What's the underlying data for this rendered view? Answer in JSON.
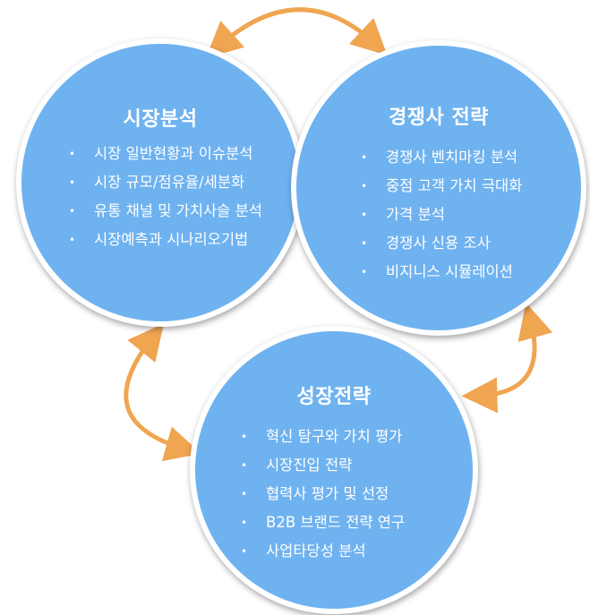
{
  "diagram": {
    "arrow_color": "#f0a551",
    "circle_color": "#6fb2f0",
    "circles": [
      {
        "title": "시장분석",
        "items": [
          "시장 일반현황과 이슈분석",
          "시장 규모/점유율/세분화",
          "유통 채널 및 가치사슬 분석",
          "시장예측과 시나리오기법"
        ]
      },
      {
        "title": "경쟁사 전략",
        "items": [
          "경쟁사 벤치마킹 분석",
          "중점 고객 가치 극대화",
          "가격 분석",
          "경쟁사 신용 조사",
          "비지니스 시뮬레이션"
        ]
      },
      {
        "title": "성장전략",
        "items": [
          "혁신 탐구와 가치 평가",
          "시장진입 전략",
          "협력사 평가 및 선정",
          "B2B 브랜드 전략 연구",
          "사업타당성 분석"
        ]
      }
    ],
    "bullet": "•"
  }
}
